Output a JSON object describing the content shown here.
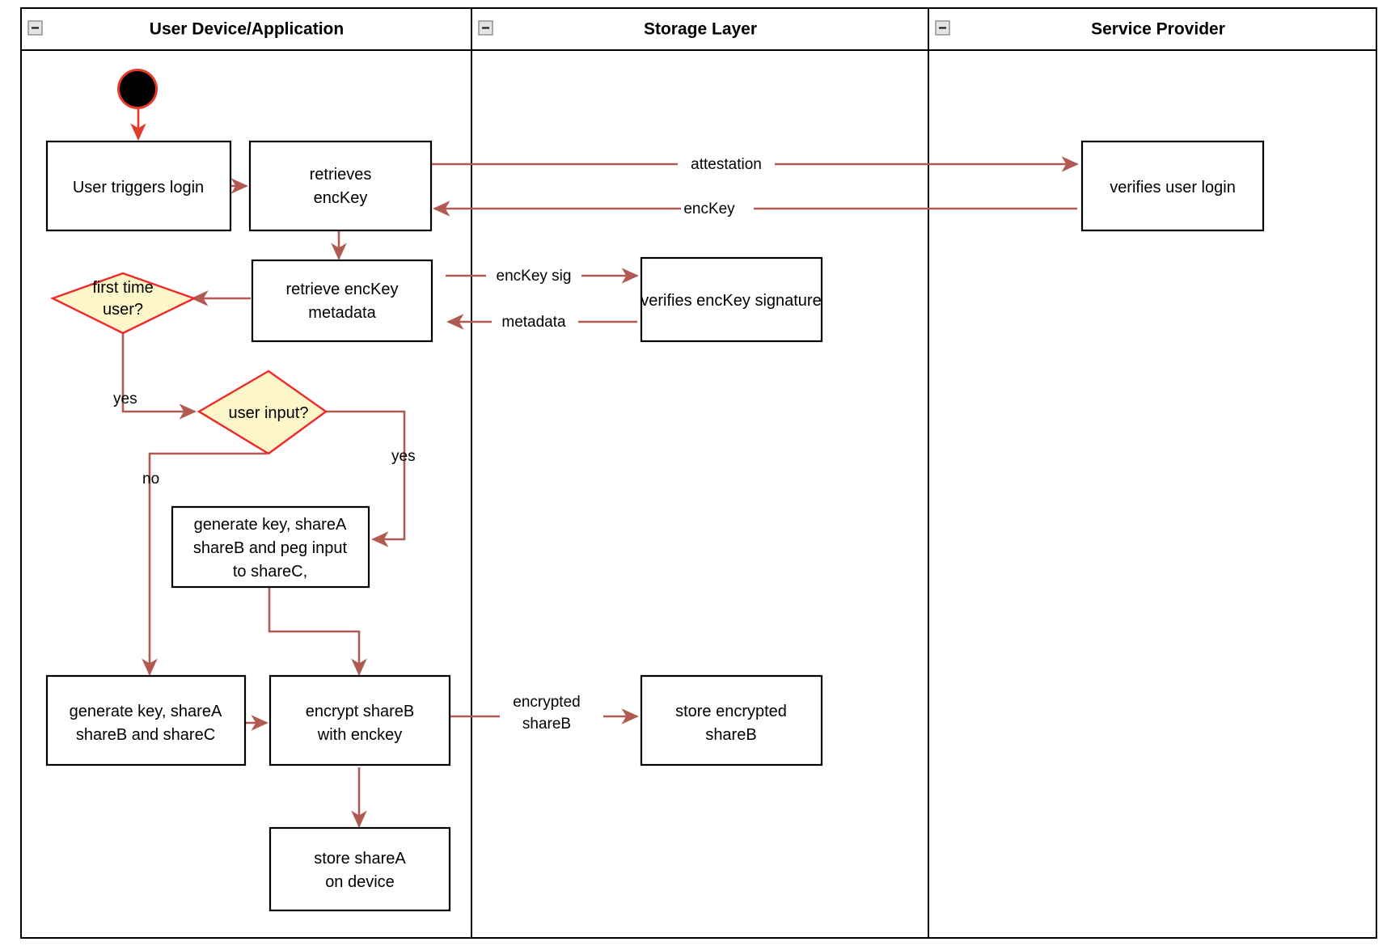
{
  "diagram": {
    "title": "Login and key-share provisioning activity diagram",
    "type": "uml-activity-swimlane",
    "colors": {
      "flow_arrow": "#b05a51",
      "start_node_ring": "#e8392a",
      "start_node_fill": "#000000",
      "decision_fill": "#fdf6c8",
      "decision_stroke": "#ef2929",
      "node_stroke": "#000000",
      "lane_stroke": "#000000",
      "background": "#ffffff"
    }
  },
  "lanes": [
    {
      "id": "lane-user-device",
      "label": "User Device/Application",
      "collapse_icon": "collapse-minus-icon"
    },
    {
      "id": "lane-storage",
      "label": "Storage Layer",
      "collapse_icon": "collapse-minus-icon"
    },
    {
      "id": "lane-service-provider",
      "label": "Service Provider",
      "collapse_icon": "collapse-minus-icon"
    }
  ],
  "nodes": {
    "start": {
      "kind": "initial-node",
      "label": ""
    },
    "user_triggers_login": {
      "kind": "action",
      "lines": [
        "User triggers login"
      ]
    },
    "retrieves_enckey": {
      "kind": "action",
      "lines": [
        "retrieves",
        "encKey"
      ]
    },
    "retrieve_enckey_metadata": {
      "kind": "action",
      "lines": [
        "retrieve encKey",
        "metadata"
      ]
    },
    "verifies_user_login": {
      "kind": "action",
      "lines": [
        "verifies user login"
      ]
    },
    "verifies_enckey_signature": {
      "kind": "action",
      "lines": [
        "verifies encKey signature"
      ]
    },
    "first_time_user": {
      "kind": "decision",
      "lines": [
        "first time",
        "user?"
      ]
    },
    "user_input": {
      "kind": "decision",
      "lines": [
        "user input?"
      ]
    },
    "generate_peg": {
      "kind": "action",
      "lines": [
        "generate key, shareA",
        "shareB and peg input",
        "to shareC,"
      ]
    },
    "generate_shares": {
      "kind": "action",
      "lines": [
        "generate key, shareA",
        "shareB and shareC"
      ]
    },
    "encrypt_shareb": {
      "kind": "action",
      "lines": [
        "encrypt shareB",
        "with enckey"
      ]
    },
    "store_encrypted_shareb": {
      "kind": "action",
      "lines": [
        "store encrypted",
        "shareB"
      ]
    },
    "store_sharea": {
      "kind": "action",
      "lines": [
        "store shareA",
        "on device"
      ]
    }
  },
  "edge_labels": {
    "attestation": "attestation",
    "enckey": "encKey",
    "enckey_sig": "encKey sig",
    "metadata": "metadata",
    "yes_first_time": "yes",
    "yes_user_input": "yes",
    "no_user_input": "no",
    "encrypted_shareb_line1": "encrypted",
    "encrypted_shareb_line2": "shareB"
  }
}
